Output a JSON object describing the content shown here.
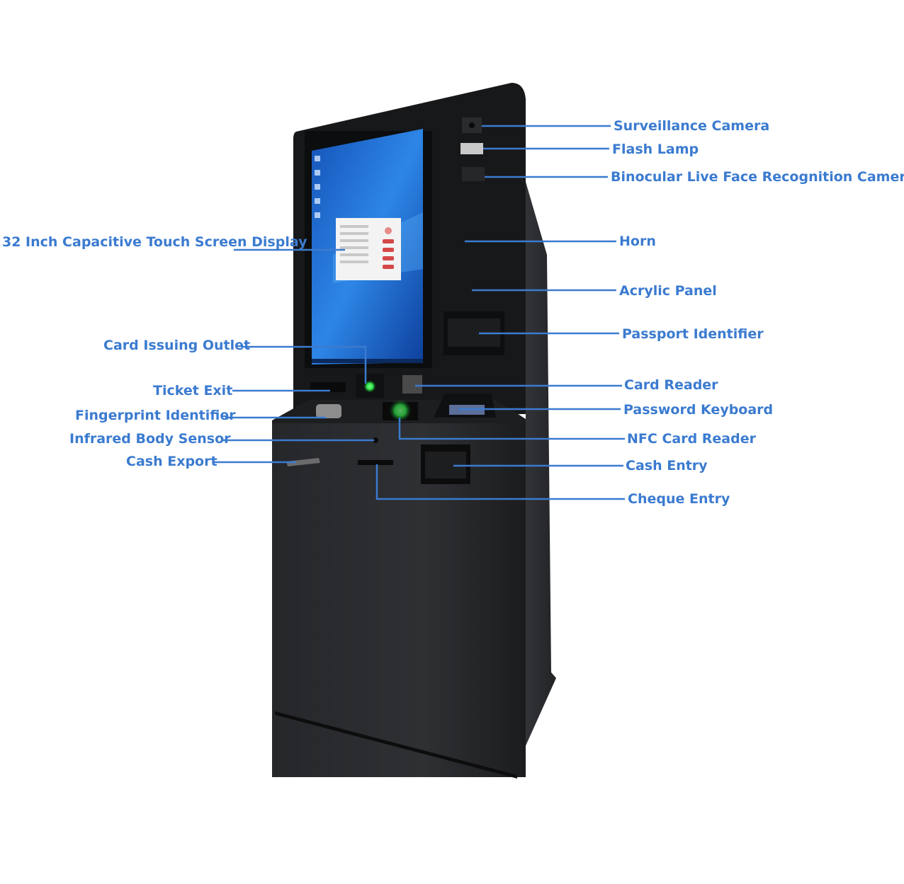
{
  "colors": {
    "label": "#3b7bd0",
    "leader": "#3b7bd0",
    "kiosk_body": "#2a2c2f",
    "kiosk_dark": "#141517",
    "screen_blue": "#1f6fd8",
    "indicator_green": "#2ee24a"
  },
  "labels": {
    "surveillance_camera": "Surveillance Camera",
    "flash_lamp": "Flash Lamp",
    "binocular_camera": "Binocular Live Face Recognition Camera",
    "touch_screen": "32 Inch Capacitive Touch Screen Display",
    "horn": "Horn",
    "acrylic_panel": "Acrylic Panel",
    "passport_identifier": "Passport Identifier",
    "card_issuing_outlet": "Card Issuing Outlet",
    "ticket_exit": "Ticket Exit",
    "card_reader": "Card Reader",
    "fingerprint_identifier": "Fingerprint Identifier",
    "password_keyboard": "Password Keyboard",
    "infrared_body_sensor": "Infrared Body Sensor",
    "nfc_card_reader": "NFC Card Reader",
    "cash_export": "Cash Export",
    "cash_entry": "Cash Entry",
    "cheque_entry": "Cheque Entry"
  }
}
